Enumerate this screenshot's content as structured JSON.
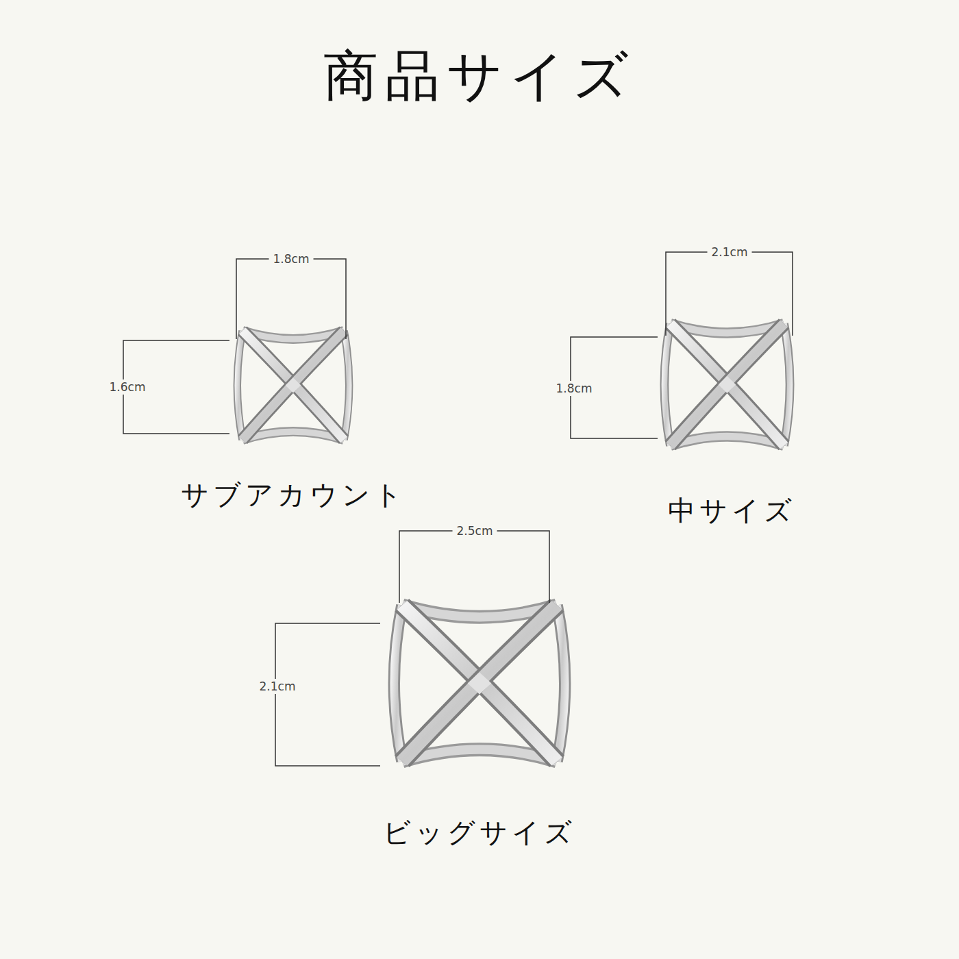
{
  "diagram": {
    "title": "商品サイズ",
    "labels": [
      "1.8cm",
      "1.6cm",
      "サブアカウント",
      "2.1cm",
      "1.8cm",
      "中サイズ",
      "2.5cm",
      "2.1cm",
      "ビッグサイズ"
    ]
  }
}
